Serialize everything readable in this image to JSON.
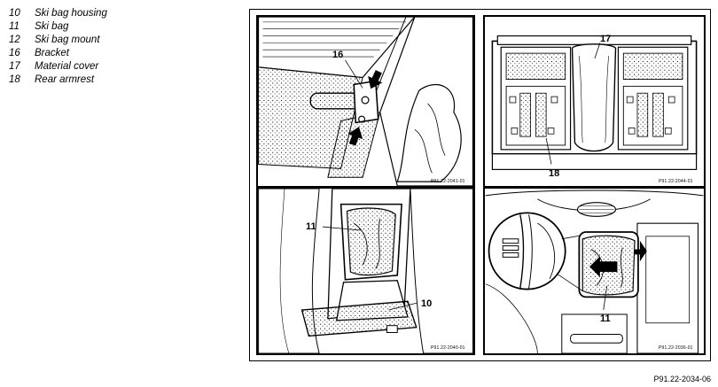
{
  "legend": {
    "items": [
      {
        "num": "10",
        "label": "Ski bag housing"
      },
      {
        "num": "11",
        "label": "Ski bag"
      },
      {
        "num": "12",
        "label": "Ski bag mount"
      },
      {
        "num": "16",
        "label": "Bracket"
      },
      {
        "num": "17",
        "label": "Material cover"
      },
      {
        "num": "18",
        "label": "Rear armrest"
      }
    ]
  },
  "panels": {
    "top_left": {
      "callouts": [
        "16"
      ],
      "code": "P91.22-2041-01"
    },
    "top_right": {
      "callouts": [
        "17",
        "18"
      ],
      "code": "P91.22-2044-01"
    },
    "bottom_left": {
      "callouts": [
        "11",
        "10"
      ],
      "code": "P91.22-2040-01"
    },
    "bottom_right": {
      "callouts": [
        "11"
      ],
      "code": "P91.22-2036-01"
    }
  },
  "figure_ref": "P91.22-2034-06"
}
